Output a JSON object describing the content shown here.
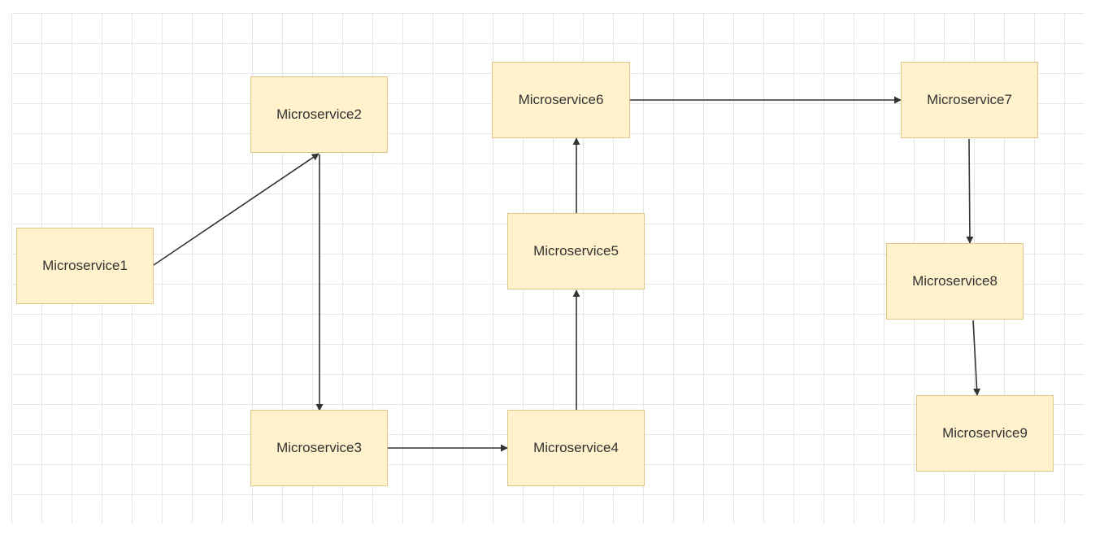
{
  "nodes": [
    {
      "id": "ms1",
      "label": "Microservice1"
    },
    {
      "id": "ms2",
      "label": "Microservice2"
    },
    {
      "id": "ms3",
      "label": "Microservice3"
    },
    {
      "id": "ms4",
      "label": "Microservice4"
    },
    {
      "id": "ms5",
      "label": "Microservice5"
    },
    {
      "id": "ms6",
      "label": "Microservice6"
    },
    {
      "id": "ms7",
      "label": "Microservice7"
    },
    {
      "id": "ms8",
      "label": "Microservice8"
    },
    {
      "id": "ms9",
      "label": "Microservice9"
    }
  ],
  "edges": [
    {
      "from": "ms1",
      "to": "ms2"
    },
    {
      "from": "ms2",
      "to": "ms3"
    },
    {
      "from": "ms3",
      "to": "ms4"
    },
    {
      "from": "ms4",
      "to": "ms5"
    },
    {
      "from": "ms5",
      "to": "ms6"
    },
    {
      "from": "ms6",
      "to": "ms7"
    },
    {
      "from": "ms7",
      "to": "ms8"
    },
    {
      "from": "ms8",
      "to": "ms9"
    }
  ],
  "colors": {
    "node_fill": "#fff2cc",
    "node_border": "#e0c58a",
    "edge": "#333333",
    "grid_line": "#e6e6e6"
  }
}
